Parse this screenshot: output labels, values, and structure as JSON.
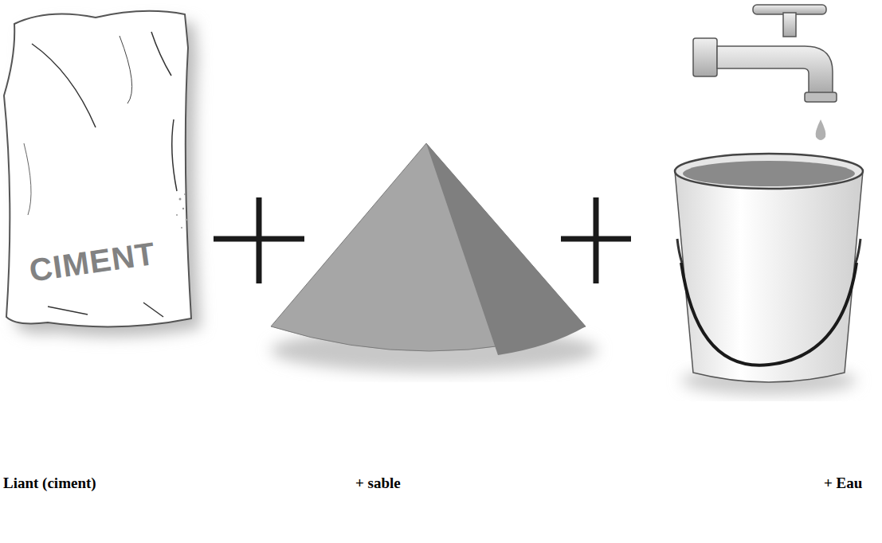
{
  "diagram": {
    "labels": [
      "CIMENT",
      "Liant (ciment)",
      "+ sable",
      "+ Eau"
    ]
  }
}
